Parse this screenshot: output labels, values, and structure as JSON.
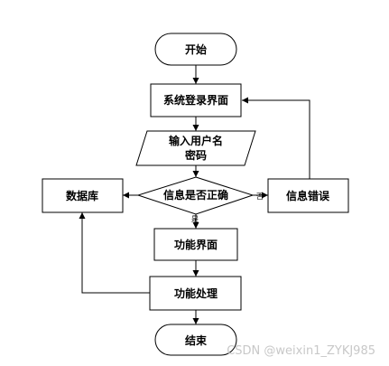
{
  "nodes": {
    "start": "开始",
    "login": "系统登录界面",
    "input_line1": "输入用户名",
    "input_line2": "密码",
    "check": "信息是否正确",
    "error": "信息错误",
    "database": "数据库",
    "function_ui": "功能界面",
    "function_process": "功能处理",
    "end": "结束"
  },
  "edges": {
    "no": "否",
    "yes": "是"
  },
  "watermark": "CSDN @weixin1_ZYKJ985"
}
